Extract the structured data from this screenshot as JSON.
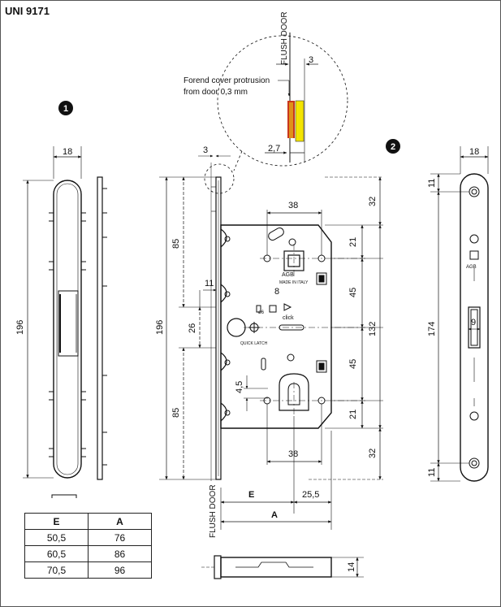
{
  "title": "UNI 9171",
  "views": {
    "view1_marker": "1",
    "view2_marker": "2"
  },
  "notes": {
    "flush_door_top": "FLUSH DOOR",
    "flush_door_bottom": "FLUSH DOOR",
    "protrusion_line1": "Forend cover protrusion",
    "protrusion_line2": "from door 0,3 mm",
    "quick_latch": "QUICK LATCH",
    "click": "click",
    "made_in_italy": "MADE IN ITALY",
    "logo_text": "AGB",
    "spindle_symbol": "ø6",
    "spindle_size": "8"
  },
  "dimensions": {
    "detail_3": "3",
    "detail_2_7": "2,7",
    "view1_width": "18",
    "view1_height": "196",
    "forend_offset": "3",
    "main_height": "196",
    "upper_85": "85",
    "lower_85": "85",
    "latch_26": "26",
    "latch_11": "11",
    "top_38": "38",
    "bottom_38": "38",
    "cyl_4_5": "4,5",
    "right_32_top": "32",
    "right_21_top": "21",
    "right_45_top": "45",
    "right_132": "132",
    "right_45_bottom": "45",
    "right_21_bottom": "21",
    "right_32_bottom": "32",
    "dim_E": "E",
    "dim_25_5": "25,5",
    "dim_A": "A",
    "bottom_14": "14",
    "view2_width": "18",
    "view2_11_top": "11",
    "view2_174": "174",
    "view2_9": "9",
    "view2_11_bottom": "11"
  },
  "table": {
    "headers": [
      "E",
      "A"
    ],
    "rows": [
      [
        "50,5",
        "76"
      ],
      [
        "60,5",
        "86"
      ],
      [
        "70,5",
        "96"
      ]
    ]
  },
  "colors": {
    "strip_yellow": "#f3e400",
    "strip_orange": "#e0901a",
    "strip_red": "#c8361c"
  }
}
